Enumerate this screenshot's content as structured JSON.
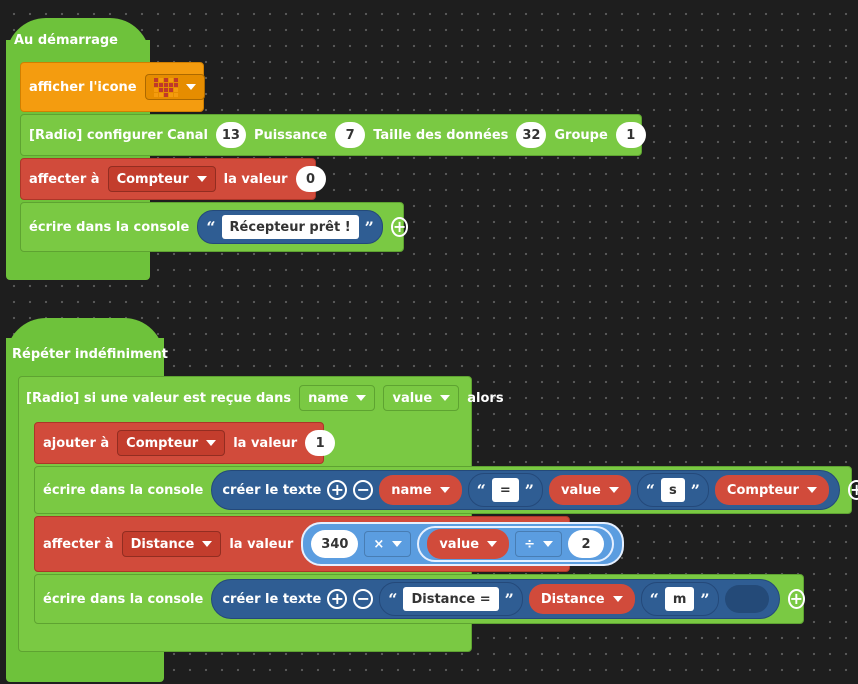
{
  "on_start": {
    "title": "Au démarrage",
    "show_icon": {
      "label": "afficher l'icone",
      "icon": "heart-led-icon"
    },
    "radio_config": {
      "label": "[Radio] configurer Canal",
      "canal": "13",
      "puissance_label": "Puissance",
      "puissance": "7",
      "taille_label": "Taille des données",
      "taille": "32",
      "groupe_label": "Groupe",
      "groupe": "1"
    },
    "set_var": {
      "label": "affecter à",
      "var": "Compteur",
      "value_label": "la valeur",
      "value": "0"
    },
    "print": {
      "label": "écrire dans la console",
      "text": "Récepteur prêt !"
    }
  },
  "forever": {
    "title": "Répéter indéfiniment",
    "radio_receive": {
      "label": "[Radio] si une valeur est reçue dans",
      "name_var": "name",
      "value_var": "value",
      "then_label": "alors"
    },
    "add_to": {
      "label": "ajouter à",
      "var": "Compteur",
      "value_label": "la valeur",
      "value": "1"
    },
    "print1": {
      "label": "écrire dans la console",
      "create_text": "créer le texte",
      "parts": [
        "name",
        "=",
        "value",
        "s",
        "Compteur"
      ]
    },
    "set_distance": {
      "label": "affecter à",
      "var": "Distance",
      "value_label": "la valeur",
      "num": "340",
      "op1": "×",
      "var2": "value",
      "op2": "÷",
      "num2": "2"
    },
    "print2": {
      "label": "écrire dans la console",
      "create_text": "créer le texte",
      "text1": "Distance =",
      "var": "Distance",
      "text2": "m"
    }
  },
  "quote_open": "“",
  "quote_close": "”",
  "colors": {
    "green": "#7ac943",
    "red": "#d14b3b",
    "orange": "#f49c0f",
    "blue": "#2f5d93",
    "math": "#5b9de0"
  }
}
